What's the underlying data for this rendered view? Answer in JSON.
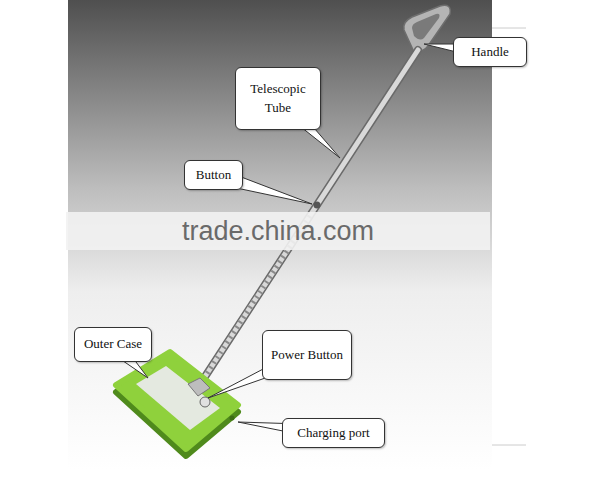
{
  "diagram": {
    "nodes": [
      {
        "text": [
          "Handle"
        ]
      },
      {
        "text": [
          "Telescopic Tube"
        ]
      },
      {
        "text": [
          "Button"
        ]
      },
      {
        "text": [
          "Outer Case"
        ]
      },
      {
        "text": [
          "Power Button"
        ]
      },
      {
        "text": [
          "Charging port"
        ]
      }
    ],
    "labels": [
      "trade.china.com"
    ]
  }
}
